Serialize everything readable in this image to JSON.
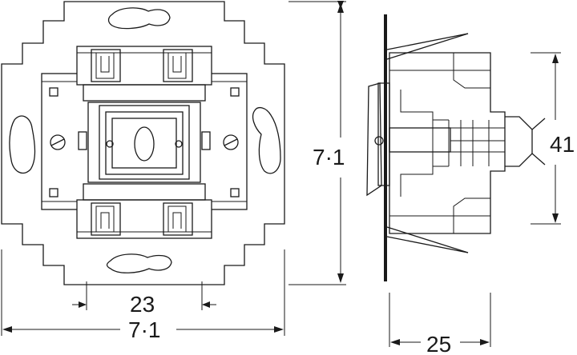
{
  "dimensions": {
    "front_inner_width": "23",
    "front_outer_width": "7·1",
    "front_height": "7·1",
    "side_depth": "25",
    "side_height": "41"
  }
}
